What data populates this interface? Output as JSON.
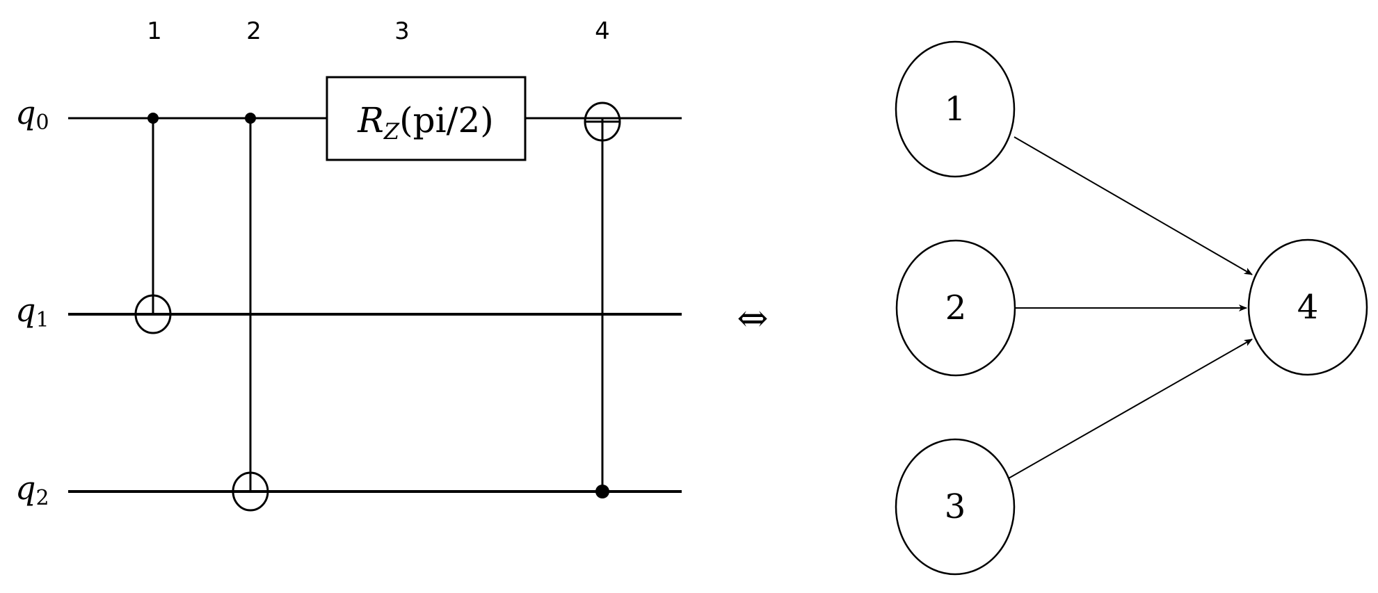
{
  "circuit": {
    "qubits": [
      {
        "name": "q",
        "index": "0"
      },
      {
        "name": "q",
        "index": "1"
      },
      {
        "name": "q",
        "index": "2"
      }
    ],
    "step_labels": [
      "1",
      "2",
      "3",
      "4"
    ],
    "gates": [
      {
        "step": "1",
        "type": "CNOT",
        "control": "q0",
        "target": "q1"
      },
      {
        "step": "2",
        "type": "CNOT",
        "control": "q0",
        "target": "q2"
      },
      {
        "step": "3",
        "type": "RZ",
        "qubit": "q0",
        "label_main": "R",
        "label_sub": "Z",
        "label_arg": "(pi/2)"
      },
      {
        "step": "4",
        "type": "CNOT",
        "control": "q2",
        "target": "q0"
      }
    ]
  },
  "equivalence_symbol": "⇔",
  "graph": {
    "nodes": [
      "1",
      "2",
      "3",
      "4"
    ],
    "edges": [
      {
        "from": "1",
        "to": "4"
      },
      {
        "from": "2",
        "to": "4"
      },
      {
        "from": "3",
        "to": "4"
      }
    ]
  },
  "colors": {
    "stroke": "#000000",
    "background": "#ffffff"
  }
}
